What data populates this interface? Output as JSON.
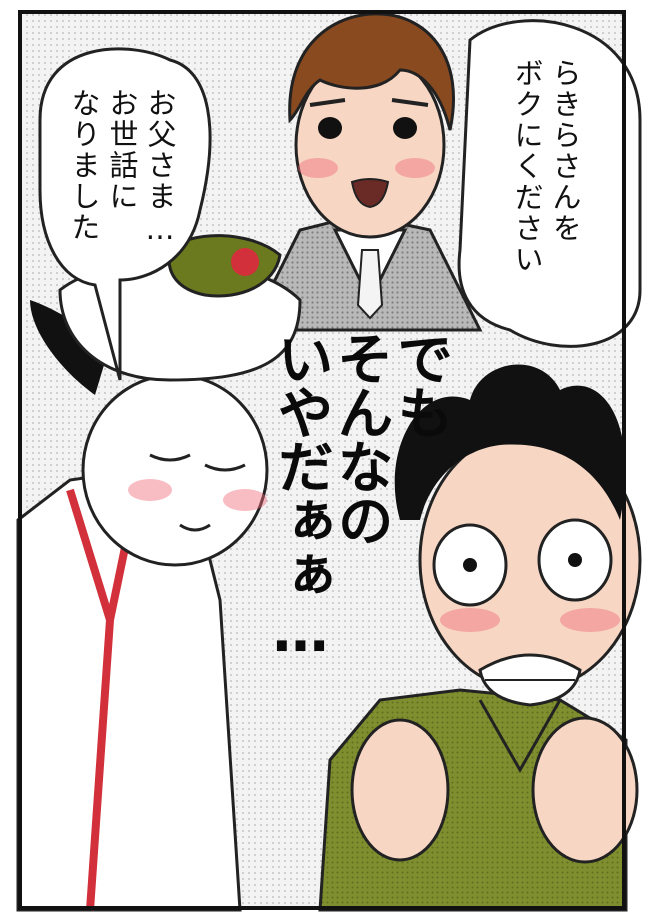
{
  "speech": {
    "groom_line": "らきらさんを\nボクにください",
    "bride_line": "お父さま…\nお世話に\nなりました"
  },
  "sfx": {
    "father_cry": "でも\nそんなの\nいやだぁぁ…"
  },
  "colors": {
    "panel_background": "#f2f2f2",
    "groom_suit": "#a9a9a9",
    "groom_hair": "#8a4a1f",
    "bride_kimono": "#ffffff",
    "kimono_collar": "#d2303a",
    "bride_hat_bouquet": "#6b7a1e",
    "father_shirt": "#7a8a2e",
    "father_hair": "#111111",
    "skin": "#f7d7c4",
    "blush": "#f06a7a"
  }
}
